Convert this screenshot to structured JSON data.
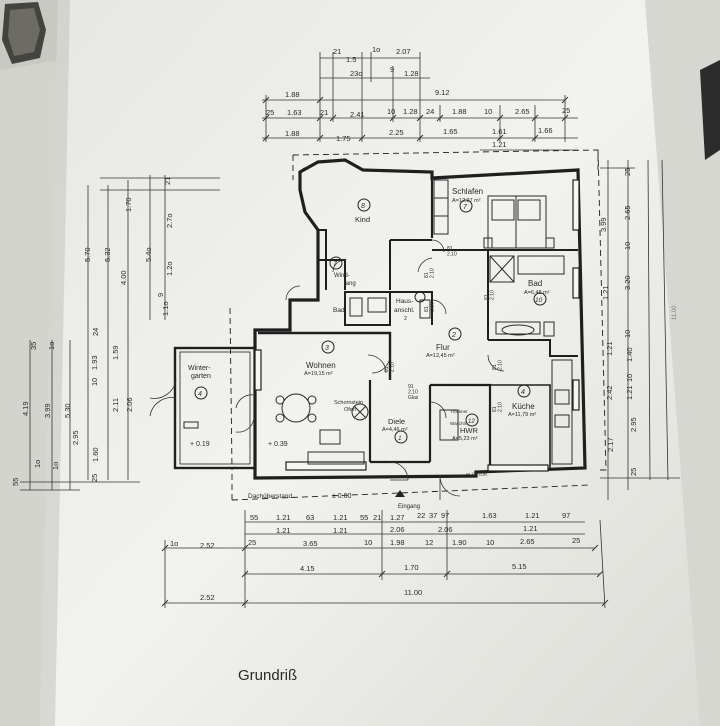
{
  "caption": "Grundriß",
  "rooms": {
    "kind": {
      "num": "8",
      "name": "Kind"
    },
    "schlafen": {
      "name": "Schlafen",
      "area": "A=12,27 m²",
      "num": "7"
    },
    "bad_main": {
      "name": "Bad",
      "area": "A=6,48 m²",
      "num": "10"
    },
    "windfang": {
      "name": "Wind-",
      "name2": "fang",
      "num": "7"
    },
    "bad_small": {
      "name": "Bad"
    },
    "hausanschl": {
      "name": "Haus-",
      "name2": "anschl.",
      "num": "2"
    },
    "flur": {
      "name": "Flur",
      "area": "A=12,45 m²",
      "num": "2"
    },
    "wohnen": {
      "name": "Wohnen",
      "area": "A=19,15 m²",
      "num": "3"
    },
    "wintergarten": {
      "name": "Winter-",
      "name2": "garten",
      "num": "4",
      "level": "+ 0.19"
    },
    "schornstein": {
      "name": "Schornstein",
      "name2": "Ofen"
    },
    "diele": {
      "name": "Diele",
      "area": "A=4,46 m²",
      "num": "1"
    },
    "hwr": {
      "name": "HWR",
      "area": "A=5,23 m²",
      "num": "12"
    },
    "kueche": {
      "name": "Küche",
      "area": "A=11,79 m²",
      "num": "4"
    },
    "trockner": {
      "name": "Trockner",
      "name2": "Waschm."
    }
  },
  "labels": {
    "dachueberstand": "Dachüberstand",
    "level_wohnen": "+ 0.39",
    "level_entry": "± 0.00",
    "eingang": "Eingang",
    "hlueftor": "HLÜFTOR",
    "door_tags": [
      "81\n2.10",
      "81\n2.10",
      "81\n2.10",
      "81\n2.10",
      "81\n2.10",
      "81\n2.10",
      "81\n2.10",
      "91\n2.10\nGlas"
    ]
  },
  "dims": {
    "top_row1": [
      "21",
      "1.5",
      "1o",
      "2.07"
    ],
    "top_row2": [
      "23o",
      "9",
      "1.28"
    ],
    "top_row3": [
      "1.88",
      "9.12"
    ],
    "top_row4": [
      "25",
      "1.63",
      "21",
      "2.41",
      "10",
      "1.28",
      "24",
      "1.88",
      "10",
      "2.65",
      "25"
    ],
    "top_row5": [
      "1.88",
      "1.75",
      "2.25",
      "1.65",
      "1.61",
      "1.66"
    ],
    "top_row6": [
      "1.21"
    ],
    "bot_row1": [
      "55",
      "1.21",
      "63",
      "1.21",
      "55",
      "21",
      "1.27",
      "22",
      "37",
      "97",
      "1.63",
      "1.21",
      "97"
    ],
    "bot_row2": [
      "1.21",
      "1.21",
      "2.06",
      "2.06",
      "1.21"
    ],
    "bot_row3": [
      "1o",
      "2.52",
      "25",
      "3.65",
      "10",
      "1.98",
      "12",
      "1.90",
      "10",
      "2.65",
      "25"
    ],
    "bot_row4": [
      "4.15",
      "1.70",
      "5.15"
    ],
    "bot_row5": [
      "2.52",
      "11.00"
    ],
    "left_col1": [
      "21",
      "1.70",
      "2.7o",
      "5.32",
      "5.70",
      "4.00",
      "5.4o",
      "1.2o",
      "9",
      "1.1o",
      "24",
      "1.93",
      "10",
      "1.59",
      "2.11",
      "2.06",
      "1.60",
      "25"
    ],
    "left_col2": [
      "4.19",
      "3.99",
      "5.30",
      "2.95",
      "1o",
      "55",
      "35",
      "1o",
      "1o"
    ],
    "right_col1": [
      "25",
      "3.99",
      "2.65",
      "10",
      "1.21",
      "3.20",
      "10",
      "1.21",
      "2.42",
      "1.40",
      "10",
      "2.17",
      "1.21",
      "2.95",
      "25"
    ],
    "right_col2": [
      "11.00"
    ]
  }
}
